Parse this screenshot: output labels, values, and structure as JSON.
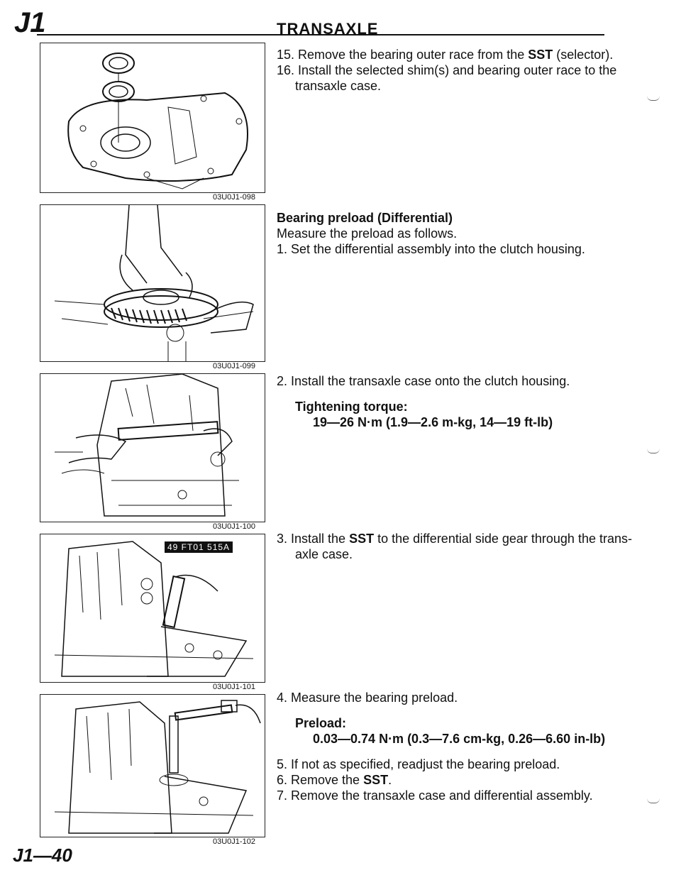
{
  "header": {
    "section_code": "J1",
    "title": "TRANSAXLE"
  },
  "figures": [
    {
      "caption": "03U0J1-098"
    },
    {
      "caption": "03U0J1-099"
    },
    {
      "caption": "03U0J1-100"
    },
    {
      "caption": "03U0J1-101",
      "sst_label": "49 FT01 515A"
    },
    {
      "caption": "03U0J1-102"
    }
  ],
  "steps_top": [
    {
      "num": "15.",
      "pre": "Remove the bearing outer race from the ",
      "bold": "SST",
      "post": " (selector)."
    },
    {
      "num": "16.",
      "line1": "Install the selected shim(s) and bearing outer race to the",
      "line2": "transaxle case."
    }
  ],
  "preload_section": {
    "heading": "Bearing preload (Differential)",
    "intro": "Measure the preload as follows.",
    "step1": "1. Set the differential assembly into the clutch housing.",
    "step2": "2. Install the transaxle case onto the clutch housing.",
    "torque_label": "Tightening torque:",
    "torque_value": "19—26 N·m (1.9—2.6 m-kg, 14—19 ft-lb)",
    "step3_pre": "3. Install the ",
    "step3_bold": "SST",
    "step3_post": " to the differential side gear through the trans-",
    "step3_line2": "axle case.",
    "step4": "4. Measure the bearing preload.",
    "preload_label": "Preload:",
    "preload_value": "0.03—0.74 N·m (0.3—7.6 cm-kg, 0.26—6.60 in-lb)",
    "step5": "5. If not as specified, readjust the bearing preload.",
    "step6_pre": "6. Remove the ",
    "step6_bold": "SST",
    "step6_post": ".",
    "step7": "7. Remove the transaxle case and differential assembly."
  },
  "footer": {
    "page_code": "J1—40"
  }
}
